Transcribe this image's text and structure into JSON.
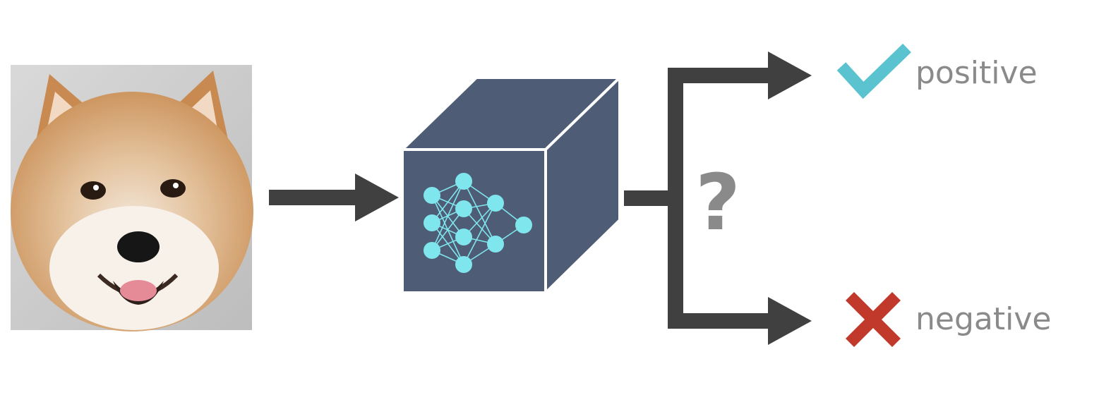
{
  "diagram": {
    "input_image": {
      "subject": "shiba-inu dog photo"
    },
    "model": {
      "icon": "neural-network-icon"
    },
    "decision_mark": "?",
    "outputs": [
      {
        "label": "positive",
        "icon": "check-icon",
        "color": "#5bc3cf"
      },
      {
        "label": "negative",
        "icon": "cross-icon",
        "color": "#c0392b"
      }
    ]
  },
  "colors": {
    "arrow": "#404040",
    "cube_front": "#4e5d75",
    "cube_edge": "#ffffff",
    "node": "#7fe6ee",
    "text": "#8a8a8a"
  }
}
